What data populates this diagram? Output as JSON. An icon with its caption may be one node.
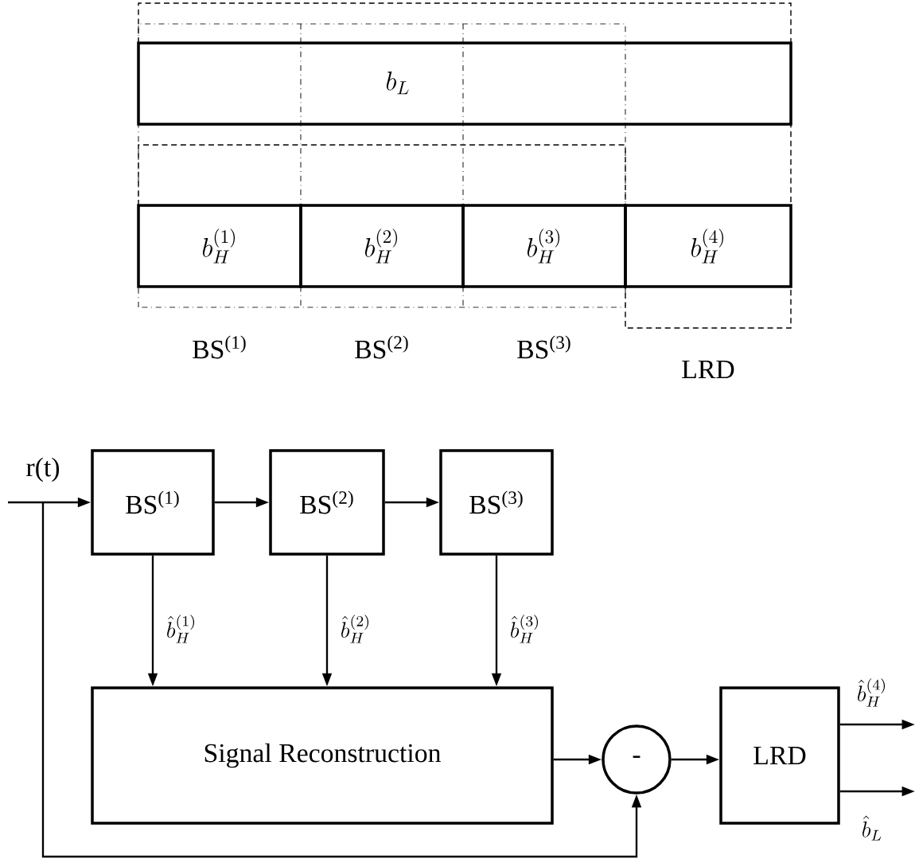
{
  "diagram": {
    "nodes": [
      {
        "text": [
          "b_L"
        ]
      },
      {
        "text": [
          "b_H^{(1)}"
        ]
      },
      {
        "text": [
          "b_H^{(2)}"
        ]
      },
      {
        "text": [
          "b_H^{(3)}"
        ]
      },
      {
        "text": [
          "b_H^{(4)}"
        ]
      },
      {
        "text": [
          "BS$^{(1)}$"
        ]
      },
      {
        "text": [
          "BS$^{(2)}$"
        ]
      },
      {
        "text": [
          "BS$^{(3)}$"
        ]
      },
      {
        "text": [
          "Signal  Reconstruction"
        ]
      },
      {
        "text": [
          "-"
        ]
      },
      {
        "text": [
          "LRD"
        ]
      }
    ],
    "edges": [
      {
        "from": null,
        "to": 5,
        "arrow": "to",
        "label": "r(t)"
      },
      {
        "from": null,
        "to": 9,
        "arrow": "to"
      },
      {
        "from": 5,
        "to": 6,
        "arrow": "to"
      },
      {
        "from": 6,
        "to": 7,
        "arrow": "to"
      },
      {
        "from": 5,
        "to": 8,
        "arrow": "to",
        "label": "\\hat{b}_H^{(1)}"
      },
      {
        "from": 6,
        "to": 8,
        "arrow": "to",
        "label": "\\hat{b}_H^{(2)}"
      },
      {
        "from": 7,
        "to": 8,
        "arrow": "to",
        "label": "\\hat{b}_H^{(3)}"
      },
      {
        "from": 8,
        "to": 9,
        "arrow": "to"
      },
      {
        "from": 9,
        "to": 10,
        "arrow": "to"
      },
      {
        "from": 10,
        "to": null,
        "arrow": "to",
        "label": "\\hat{b}_H^{(4)}"
      },
      {
        "from": 10,
        "to": null,
        "arrow": "to",
        "label": "\\hat{b}_L"
      }
    ],
    "labels": [
      "BS$^{(1)}$",
      "BS$^{(2)}$",
      "BS$^{(3)}$",
      "LRD"
    ]
  }
}
